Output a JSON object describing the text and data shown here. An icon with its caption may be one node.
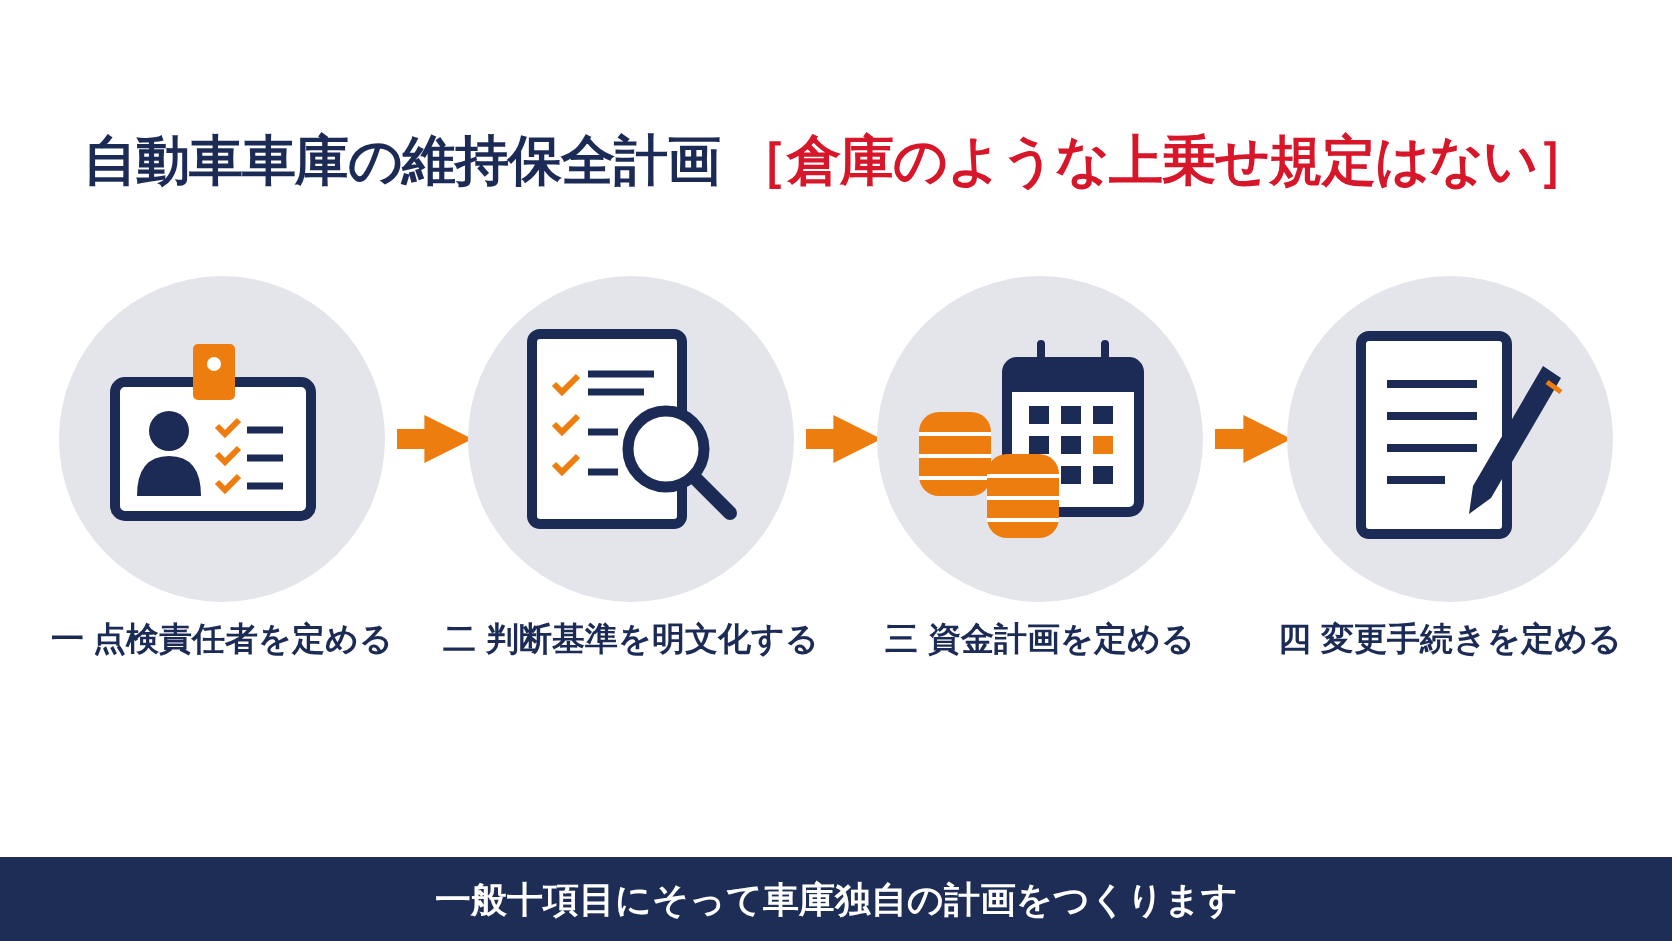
{
  "diagram": {
    "title": "自動車車庫の維持保全計画",
    "caption": "一般十項目にそって車庫独自の計画をつくります",
    "nodes": [
      {
        "text": [
          "一 点検責任者を定める"
        ]
      },
      {
        "text": [
          "二 判断基準を明文化する"
        ]
      },
      {
        "text": [
          "三 資金計画を定める"
        ]
      },
      {
        "text": [
          "四 変更手続きを定める"
        ]
      }
    ],
    "edges": [
      {
        "from": 0,
        "to": 1,
        "arrow": "to"
      },
      {
        "from": 1,
        "to": 2,
        "arrow": "to"
      },
      {
        "from": 2,
        "to": 3,
        "arrow": "to"
      }
    ],
    "labels": [
      "［倉庫のような上乗せ規定はない］"
    ]
  }
}
